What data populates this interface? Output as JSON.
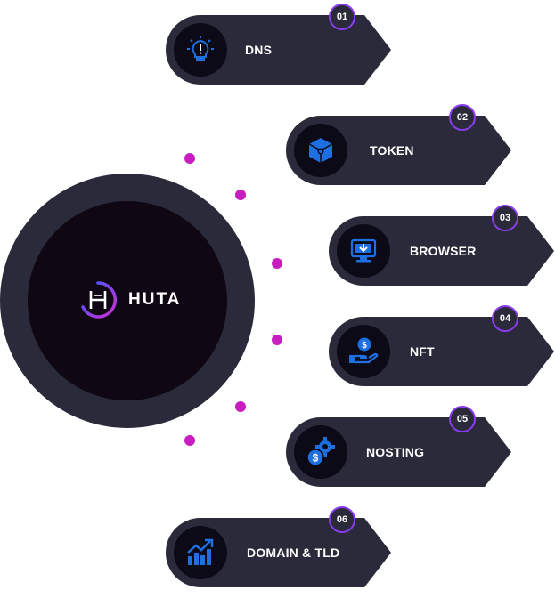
{
  "brand": {
    "name": "HUTA"
  },
  "colors": {
    "card": "#2a2a3a",
    "icon_bg": "#0d0a18",
    "hub_inner": "#0f0814",
    "dot": "#c81ec0",
    "badge_border": "#8a3cf0",
    "icon_blue": "#1e6fe0"
  },
  "items": [
    {
      "label": "DNS",
      "number": "01",
      "icon": "lightbulb-icon"
    },
    {
      "label": "TOKEN",
      "number": "02",
      "icon": "cube-icon"
    },
    {
      "label": "BROWSER",
      "number": "03",
      "icon": "monitor-download-icon"
    },
    {
      "label": "NFT",
      "number": "04",
      "icon": "hand-coin-icon"
    },
    {
      "label": "NOSTING",
      "number": "05",
      "icon": "gear-dollar-icon"
    },
    {
      "label": "DOMAIN & TLD",
      "number": "06",
      "icon": "growth-chart-icon"
    }
  ]
}
